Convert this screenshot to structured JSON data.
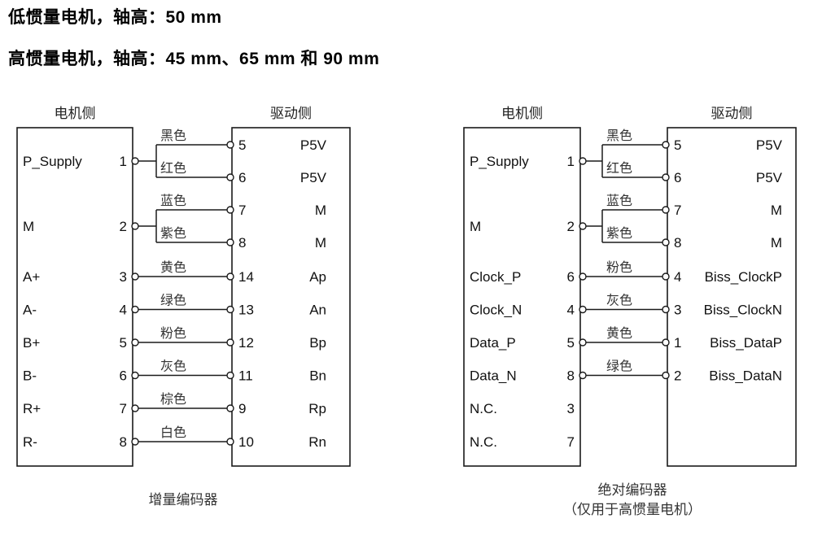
{
  "page": {
    "background": "#ffffff",
    "line_color": "#1a1a1a"
  },
  "headings": [
    {
      "text": "低惯量电机，轴高：50 mm"
    },
    {
      "text": "高惯量电机，轴高：45 mm、65 mm 和 90 mm"
    }
  ],
  "diagrams": [
    {
      "name": "incremental-encoder",
      "motor_side_title": "电机侧",
      "drive_side_title": "驱动侧",
      "caption_lines": [
        "增量编码器"
      ],
      "motor_pins": [
        {
          "signal": "P_Supply",
          "pin": "1"
        },
        {
          "signal": "M",
          "pin": "2"
        },
        {
          "signal": "A+",
          "pin": "3"
        },
        {
          "signal": "A-",
          "pin": "4"
        },
        {
          "signal": "B+",
          "pin": "5"
        },
        {
          "signal": "B-",
          "pin": "6"
        },
        {
          "signal": "R+",
          "pin": "7"
        },
        {
          "signal": "R-",
          "pin": "8"
        }
      ],
      "drive_pins": [
        {
          "pin": "5",
          "signal": "P5V"
        },
        {
          "pin": "6",
          "signal": "P5V"
        },
        {
          "pin": "7",
          "signal": "M"
        },
        {
          "pin": "8",
          "signal": "M"
        },
        {
          "pin": "14",
          "signal": "Ap"
        },
        {
          "pin": "13",
          "signal": "An"
        },
        {
          "pin": "12",
          "signal": "Bp"
        },
        {
          "pin": "11",
          "signal": "Bn"
        },
        {
          "pin": "9",
          "signal": "Rp"
        },
        {
          "pin": "10",
          "signal": "Rn"
        }
      ],
      "wires": [
        {
          "motor": 0,
          "drive": [
            0,
            1
          ],
          "colors": [
            "黑色",
            "红色"
          ]
        },
        {
          "motor": 1,
          "drive": [
            2,
            3
          ],
          "colors": [
            "蓝色",
            "紫色"
          ]
        },
        {
          "motor": 2,
          "drive": [
            4
          ],
          "colors": [
            "黄色"
          ]
        },
        {
          "motor": 3,
          "drive": [
            5
          ],
          "colors": [
            "绿色"
          ]
        },
        {
          "motor": 4,
          "drive": [
            6
          ],
          "colors": [
            "粉色"
          ]
        },
        {
          "motor": 5,
          "drive": [
            7
          ],
          "colors": [
            "灰色"
          ]
        },
        {
          "motor": 6,
          "drive": [
            8
          ],
          "colors": [
            "棕色"
          ]
        },
        {
          "motor": 7,
          "drive": [
            9
          ],
          "colors": [
            "白色"
          ]
        }
      ]
    },
    {
      "name": "absolute-encoder",
      "motor_side_title": "电机侧",
      "drive_side_title": "驱动侧",
      "caption_lines": [
        "绝对编码器",
        "（仅用于高惯量电机）"
      ],
      "motor_pins": [
        {
          "signal": "P_Supply",
          "pin": "1"
        },
        {
          "signal": "M",
          "pin": "2"
        },
        {
          "signal": "Clock_P",
          "pin": "6"
        },
        {
          "signal": "Clock_N",
          "pin": "4"
        },
        {
          "signal": "Data_P",
          "pin": "5"
        },
        {
          "signal": "Data_N",
          "pin": "8"
        },
        {
          "signal": "N.C.",
          "pin": "3"
        },
        {
          "signal": "N.C.",
          "pin": "7"
        }
      ],
      "drive_pins": [
        {
          "pin": "5",
          "signal": "P5V"
        },
        {
          "pin": "6",
          "signal": "P5V"
        },
        {
          "pin": "7",
          "signal": "M"
        },
        {
          "pin": "8",
          "signal": "M"
        },
        {
          "pin": "4",
          "signal": "Biss_ClockP"
        },
        {
          "pin": "3",
          "signal": "Biss_ClockN"
        },
        {
          "pin": "1",
          "signal": "Biss_DataP"
        },
        {
          "pin": "2",
          "signal": "Biss_DataN"
        }
      ],
      "wires": [
        {
          "motor": 0,
          "drive": [
            0,
            1
          ],
          "colors": [
            "黑色",
            "红色"
          ]
        },
        {
          "motor": 1,
          "drive": [
            2,
            3
          ],
          "colors": [
            "蓝色",
            "紫色"
          ]
        },
        {
          "motor": 2,
          "drive": [
            4
          ],
          "colors": [
            "粉色"
          ]
        },
        {
          "motor": 3,
          "drive": [
            5
          ],
          "colors": [
            "灰色"
          ]
        },
        {
          "motor": 4,
          "drive": [
            6
          ],
          "colors": [
            "黄色"
          ]
        },
        {
          "motor": 5,
          "drive": [
            7
          ],
          "colors": [
            "绿色"
          ]
        }
      ]
    }
  ]
}
